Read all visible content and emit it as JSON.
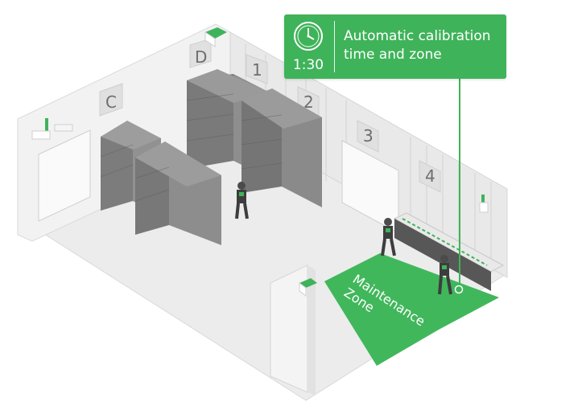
{
  "callout": {
    "time": "1:30",
    "text_line1": "Automatic calibration",
    "text_line2": "time and zone"
  },
  "zone_labels": [
    "D",
    "C",
    "1",
    "2",
    "3",
    "4"
  ],
  "maintenance_zone": {
    "line1": "Maintenance",
    "line2": "Zone"
  },
  "icons": [
    "clock-icon",
    "sensor-icon"
  ],
  "colors": {
    "accent": "#3fb35a",
    "wall": "#f1f1f1",
    "floor": "#ececec",
    "crate": "#7d7d7d"
  }
}
